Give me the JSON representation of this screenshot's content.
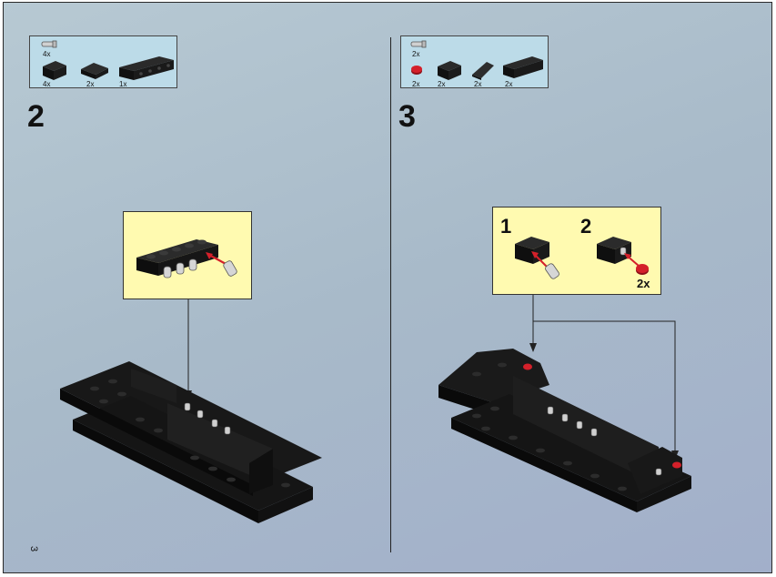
{
  "page_number": "3",
  "steps": [
    {
      "number": "2",
      "parts": [
        {
          "icon": "pin-icon",
          "qty": "4x"
        },
        {
          "icon": "brick-1x2-icon",
          "qty": "4x"
        },
        {
          "icon": "slope-brick-icon",
          "qty": "2x"
        },
        {
          "icon": "technic-brick-1x6-icon",
          "qty": "1x"
        }
      ]
    },
    {
      "number": "3",
      "parts": [
        {
          "icon": "pin-icon",
          "qty": "2x"
        },
        {
          "icon": "red-round-icon",
          "qty": "2x"
        },
        {
          "icon": "brick-1x2-icon",
          "qty": "2x"
        },
        {
          "icon": "slope-brick-icon",
          "qty": "2x"
        },
        {
          "icon": "brick-1x4-icon",
          "qty": "2x"
        }
      ],
      "substeps": [
        {
          "number": "1"
        },
        {
          "number": "2",
          "qty": "2x"
        }
      ]
    }
  ],
  "colors": {
    "page_bg": "#abbcca",
    "parts_box_bg": "#bcdbe8",
    "callout_bg": "#fffab0",
    "arrow_red": "#d4202a",
    "brick_black": "#151515",
    "pin_grey": "#c8c8c8"
  }
}
